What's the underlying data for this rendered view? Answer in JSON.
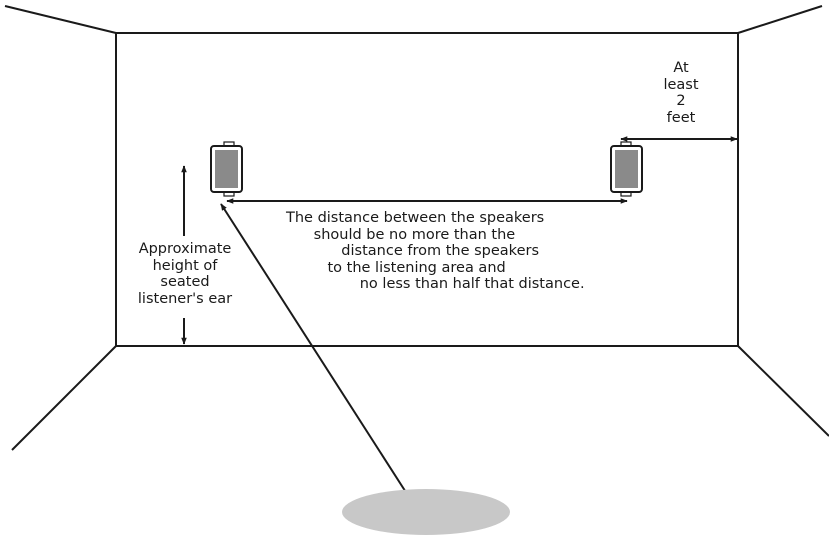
{
  "labels": {
    "wall_clearance": "At\nleast\n2\nfeet",
    "ear_height": "Approximate\nheight of\nseated\nlistener's ear",
    "speaker_spacing": "The distance between the speakers\n      should be no more than the\n            distance from the speakers\n         to the listening area and\n                no less than half that distance."
  },
  "colors": {
    "line": "#1a1a1a",
    "speaker_body": "#8a8a8a",
    "listening_area": "#c8c8c8"
  }
}
